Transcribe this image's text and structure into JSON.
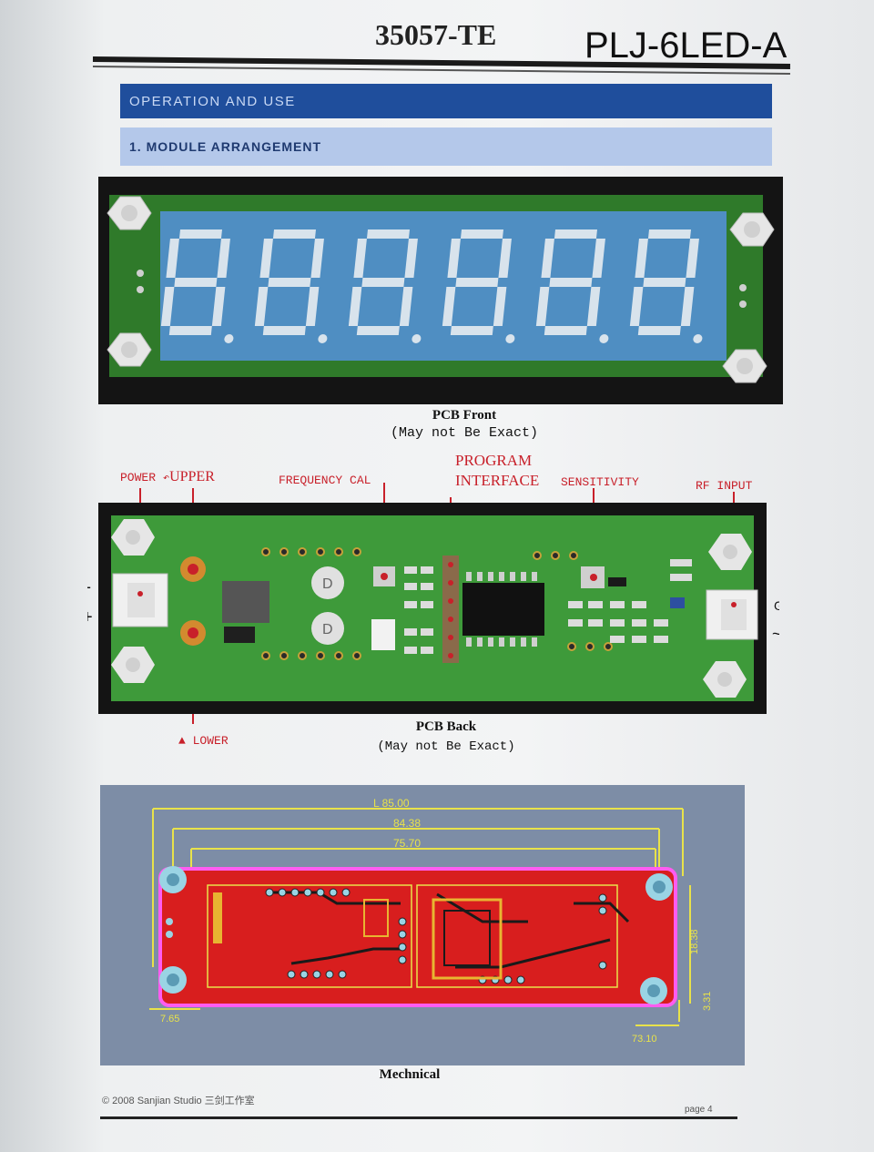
{
  "header": {
    "doc_number": "35057-TE",
    "model_number": "PLJ-6LED-A"
  },
  "section": {
    "title": "OPERATION AND USE",
    "subtitle": "1. MODULE ARRANGEMENT"
  },
  "front": {
    "caption": "PCB Front",
    "note": "(May not Be Exact)",
    "display_digits": 6,
    "colors": {
      "board": "#2f7a2a",
      "display": "#4f8ec2",
      "segment": "#d8e3ec",
      "frame": "#141414"
    }
  },
  "back": {
    "caption": "PCB Back",
    "note": "(May not Be Exact)",
    "labels": {
      "power": "POWER",
      "upper": "UPPER",
      "lower": "LOWER",
      "frequency_cal": "FREQUENCY CAL",
      "program_line1": "PROGRAM",
      "program_line2": "INTERFACE",
      "sensitivity": "SENSITIVITY",
      "rf_input": "RF INPUT",
      "minus": "-",
      "plus": "+",
      "ground": "G",
      "tilde": "~"
    },
    "colors": {
      "board": "#3e9a3a",
      "annotation": "#c8202a"
    }
  },
  "mechanical": {
    "caption": "Mechnical",
    "dimensions": {
      "total": "L 85.00",
      "d1": "84.38",
      "d2": "75.70",
      "h1": "18.38",
      "h2": "3.31",
      "w1": "7.65",
      "w2": "73.10"
    },
    "colors": {
      "background": "#7d8da6",
      "board": "#d81e1e",
      "outline": "#ff5cf0",
      "dimension": "#e8e24a"
    }
  },
  "footer": {
    "copyright": "© 2008 Sanjian Studio  三剑工作室",
    "page": "page 4"
  }
}
